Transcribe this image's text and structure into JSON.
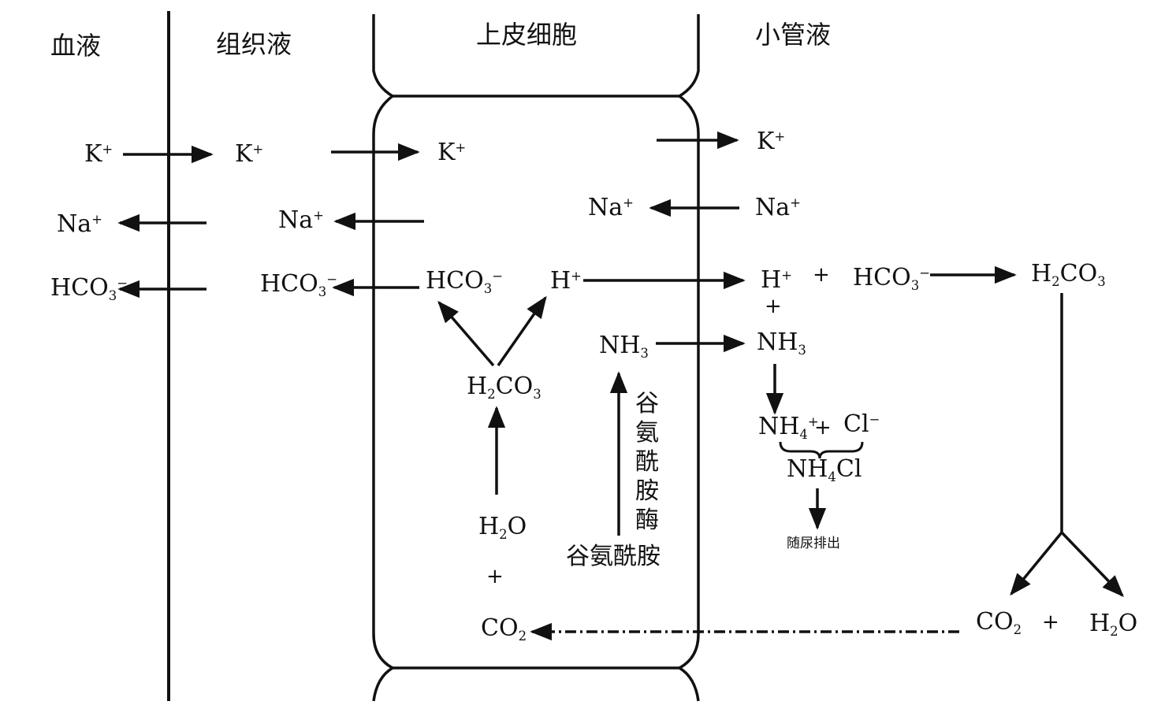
{
  "headers": {
    "blood": "血液",
    "tissue_fluid": "组织液",
    "epithelial_cell": "上皮细胞",
    "tubular_fluid": "小管液"
  },
  "ions": {
    "k": {
      "base": "K",
      "sup": "+"
    },
    "na": {
      "base": "Na",
      "sup": "+"
    },
    "hco3": {
      "base": "HCO",
      "sub": "3",
      "sup": "−"
    },
    "h": {
      "base": "H",
      "sup": "+"
    },
    "nh3": {
      "base": "NH",
      "sub": "3"
    },
    "nh4": {
      "base": "NH",
      "sub": "4",
      "sup": "+"
    },
    "cl": {
      "base": "Cl",
      "sup": "−"
    },
    "nh4cl": {
      "a": "NH",
      "sub": "4",
      "b": "Cl"
    },
    "h2co3": {
      "a": "H",
      "sub": "2",
      "b": "CO",
      "sub2": "3"
    },
    "h2o": {
      "a": "H",
      "sub": "2",
      "b": "O"
    },
    "co2": {
      "base": "CO",
      "sub": "2"
    }
  },
  "plus_sign": "+",
  "enzyme": {
    "chars": [
      "谷",
      "氨",
      "酰",
      "胺",
      "酶"
    ],
    "substrate": "谷氨酰胺"
  },
  "excretion": "随尿排出"
}
